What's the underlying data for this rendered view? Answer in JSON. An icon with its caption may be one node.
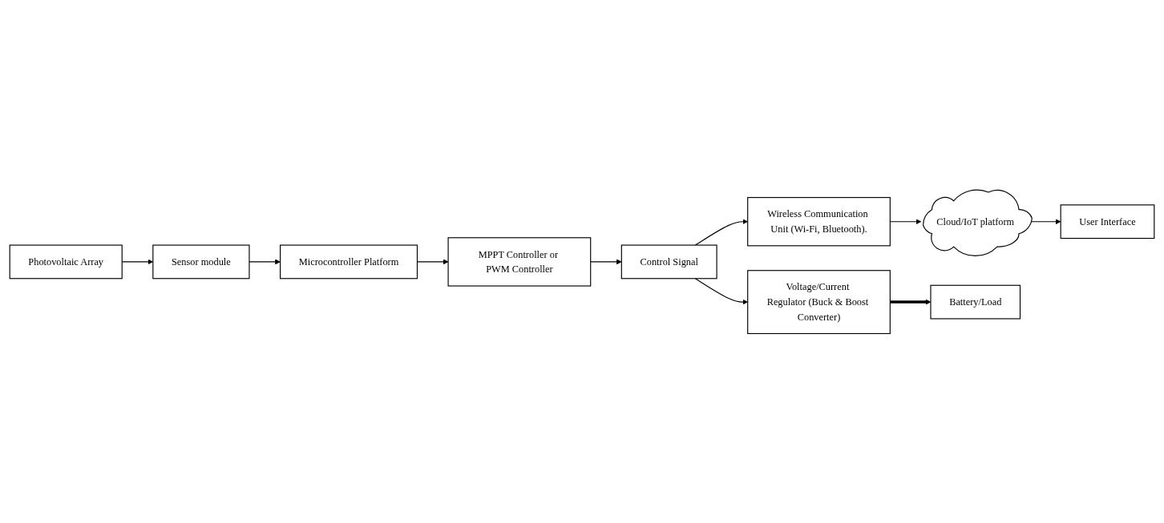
{
  "diagram": {
    "nodes": [
      {
        "text": [
          "Photovoltaic Array"
        ]
      },
      {
        "text": [
          "Sensor module"
        ]
      },
      {
        "text": [
          "Microcontroller Platform"
        ]
      },
      {
        "text": [
          "MPPT Controller or PWM Controller"
        ]
      },
      {
        "text": [
          "User Interface"
        ]
      },
      {
        "text": [
          "Cloud/IoT platform"
        ]
      },
      {
        "text": [
          "Wireless Communication Unit (Wi-Fi, Bluetooth)."
        ]
      },
      {
        "text": [
          "Control Signal"
        ]
      },
      {
        "text": [
          "Voltage/Current Regulator (Buck & Boost Converter)"
        ]
      },
      {
        "text": [
          "Battery/Load"
        ]
      }
    ],
    "edges": [
      {
        "from": 0,
        "to": 1,
        "arrow": "to"
      },
      {
        "from": 1,
        "to": 2,
        "arrow": "to"
      },
      {
        "from": 2,
        "to": 3,
        "arrow": "to"
      },
      {
        "from": 3,
        "to": 7,
        "arrow": "to"
      },
      {
        "from": 7,
        "to": 6,
        "arrow": "to"
      },
      {
        "from": 6,
        "to": 5,
        "arrow": "to"
      },
      {
        "from": 5,
        "to": 4,
        "arrow": "to"
      },
      {
        "from": 7,
        "to": 8,
        "arrow": "to"
      },
      {
        "from": 8,
        "to": 9,
        "arrow": "to",
        "style": "thick"
      }
    ]
  }
}
